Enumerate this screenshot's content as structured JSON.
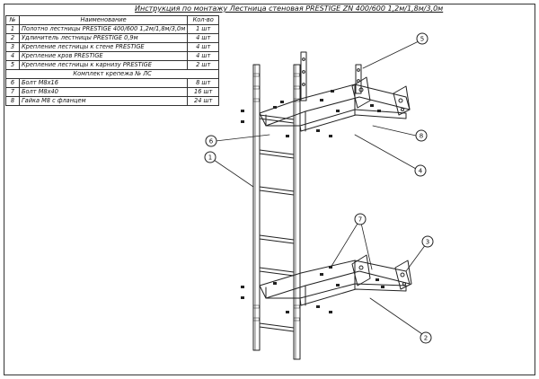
{
  "title": "Инструкция по монтажу Лестница стеновая PRESTIGE ZN 400/600 1,2м/1,8м/3,0м",
  "table": {
    "headers": {
      "num": "№",
      "name": "Наименование",
      "qty": "Кол-во"
    },
    "rows": [
      {
        "num": "1",
        "name": "Полотно лестницы PRESTIGE 400/600 1,2м/1,8м/3,0м",
        "qty": "1 шт"
      },
      {
        "num": "2",
        "name": "Удлинитель лестницы PRESTIGE 0,9м",
        "qty": "4 шт"
      },
      {
        "num": "3",
        "name": "Крепление лестницы к стене PRESTIGE",
        "qty": "4 шт"
      },
      {
        "num": "4",
        "name": "Крепление кров PRESTIGE",
        "qty": "4 шт"
      },
      {
        "num": "5",
        "name": "Крепление лестницы к карнизу PRESTIGE",
        "qty": "2 шт"
      }
    ],
    "kit_title": "Комплект крепежа № ЛС",
    "kit_rows": [
      {
        "num": "6",
        "name": "Болт М8х16",
        "qty": "8 шт"
      },
      {
        "num": "7",
        "name": "Болт М8х40",
        "qty": "16 шт"
      },
      {
        "num": "8",
        "name": "Гайка М8 с фланцем",
        "qty": "24 шт"
      }
    ]
  },
  "callouts": {
    "c1": "1",
    "c2": "2",
    "c3": "3",
    "c4": "4",
    "c5": "5",
    "c6": "6",
    "c7": "7",
    "c8": "8"
  },
  "colors": {
    "line": "#222222",
    "paper": "#ffffff",
    "border": "#333333"
  }
}
